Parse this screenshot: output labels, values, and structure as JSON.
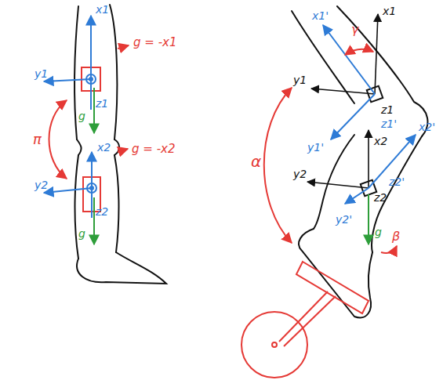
{
  "diagram": {
    "labels": [
      "x1",
      "y1",
      "z1",
      "g",
      "g = -x1",
      "π",
      "x2",
      "y2",
      "z2",
      "g",
      "g = -x2",
      "x1'",
      "x1",
      "γ",
      "y1",
      "y1'",
      "z1",
      "z1'",
      "x2'",
      "x2",
      "y2",
      "y2'",
      "z2",
      "z2'",
      "g",
      "α",
      "β"
    ]
  }
}
